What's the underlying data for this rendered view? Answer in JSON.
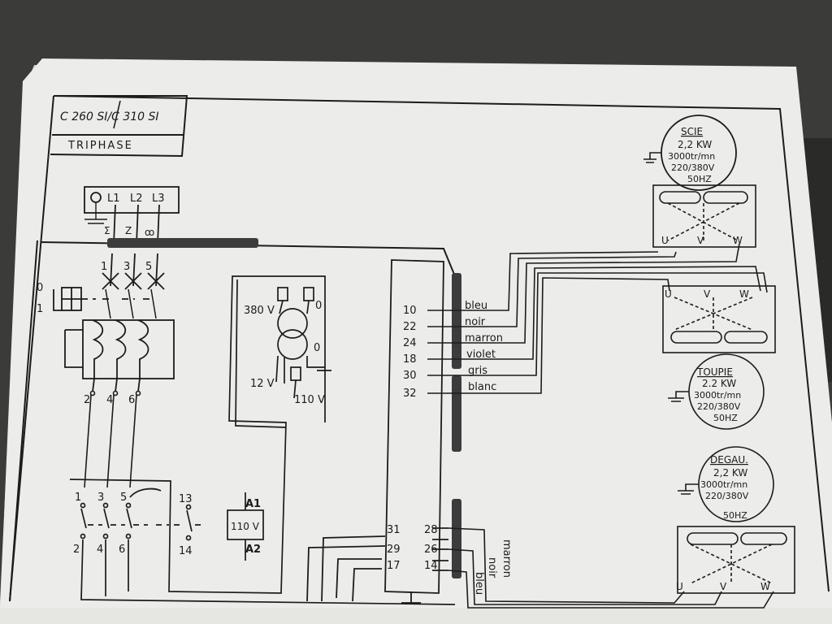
{
  "title_block": {
    "model": "C 260 SI/C 310 SI",
    "phase": "TRIPHASE"
  },
  "supply": {
    "terminals": [
      "L1",
      "L2",
      "L3"
    ],
    "phase_marks": [
      "Σ",
      "Z",
      "ꝏ"
    ]
  },
  "main_switch": {
    "positions": [
      "0",
      "1"
    ],
    "inputs": [
      "1",
      "3",
      "5"
    ],
    "outputs": [
      "2",
      "4",
      "6"
    ]
  },
  "contactor": {
    "top": [
      "1",
      "3",
      "5",
      "13"
    ],
    "bottom": [
      "2",
      "4",
      "6",
      "14"
    ],
    "coil_top": "A1",
    "coil_voltage": "110 V",
    "coil_bottom": "A2"
  },
  "transformer": {
    "primary": "380 V",
    "primary_zero": "0",
    "secondary_zero": "0",
    "low": "12 V",
    "secondary": "110 V"
  },
  "terminal_block": {
    "left": [
      {
        "num": "10",
        "color": "bleu"
      },
      {
        "num": "22",
        "color": "noir"
      },
      {
        "num": "24",
        "color": "marron"
      },
      {
        "num": "18",
        "color": "violet"
      },
      {
        "num": "30",
        "color": "gris"
      },
      {
        "num": "32",
        "color": "blanc"
      }
    ],
    "bottom_left": [
      "31",
      "29",
      "17"
    ],
    "bottom_right": [
      "28",
      "26",
      "14"
    ],
    "bottom_colors": [
      "marron",
      "noir",
      "bleu"
    ]
  },
  "motors": [
    {
      "name": "SCIE",
      "power": "2,2 KW",
      "speed": "3000tr/mn",
      "voltage": "220/380V",
      "freq": "50HZ"
    },
    {
      "name": "TOUPIE",
      "power": "2.2 KW",
      "speed": "3000tr/mn",
      "voltage": "220/380V",
      "freq": "50HZ"
    },
    {
      "name": "DEGAU.",
      "power": "2,2 KW",
      "speed": "3000tr/mn",
      "voltage": "220/380V",
      "freq": "50HZ"
    }
  ],
  "motor_terminals": [
    "U",
    "V",
    "W"
  ]
}
